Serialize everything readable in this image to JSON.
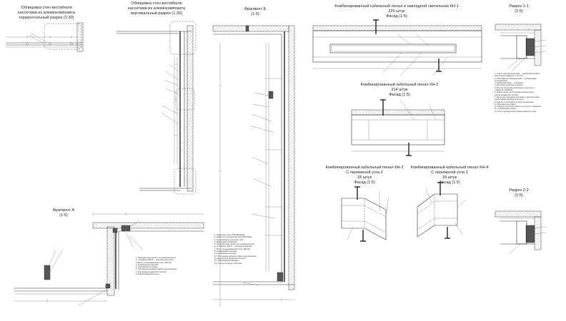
{
  "titles": {
    "horiz_section": [
      "Облицовка стен вестибюля",
      "кассетами из алюмокомпозита",
      "горизонтальный разрез (1:20)"
    ],
    "vert_section": [
      "Облицовка стен вестибюля",
      "кассетами из алюмокомпозита",
      "вертикальный разрез (1:20)"
    ],
    "frag_b": [
      "Фрагмент Б",
      "(1:5)"
    ],
    "kn1": [
      "Комбинированный кабельный пенал и накладной светильник КН-1",
      "220 штук",
      "Фасад (1:5)"
    ],
    "razrez1": [
      "Разрез 1-1",
      "(1:5)"
    ],
    "kn2": [
      "Комбинированный кабельный пенал КН-2",
      "314 штук",
      "Фасад (1:5)"
    ],
    "kn3": [
      "Комбинированный кабельный пенал КН-3",
      "С переменой угла 2",
      "18 штук",
      "Фасад (1:5)"
    ],
    "kn4": [
      "Комбинированный кабельный пенал КН-4",
      "С переменой угла 1",
      "18 штук",
      "Фасад (1:5)"
    ],
    "razrez2": [
      "Разрез 2-2",
      "(1:5)"
    ],
    "frag_a": [
      "Фрагмент А",
      "(1:5)"
    ]
  },
  "notes": {
    "frag_a": [
      "1. Облицовочные кассеты из алюмокомпозита",
      "2. U-профиль 40/2,5 — несущая кронштейн",
      "3. Болты из нержавеющей стали, Ø10 мм",
      "4. Алюминиевые заклепки",
      "5. Алюминиевые салазки",
      "6. Постоянная накладка (тарелочная разделка)",
      "7. Конструкция подвесного потолка",
      "8. Герметизирующая лента"
    ],
    "frag_b": [
      "1. Гранитные плиты 500х500х20мм",
      "2. Цементно-песчаный раствор М150 30мм",
      "3. Гидроизоляция рулонного типа",
      "4. Монолитное основание",
      "5. Облицовочные кассеты из алюмокомпозита",
      "6. U-профиль 40/2,5 — несущая кронштейн",
      "7. Болты из нержавеющей стали, Ø10 мм",
      "8. Алюминиевые заклепки",
      "9. Алюминиевые салазки",
      "10. Постоянная накладка (тарелочная разделка)",
      "11. Конструкция подвесного потолка",
      "12. Облицовочная накладка",
      "13. Плинтус из нерж. стали 1мм"
    ],
    "razrez1": [
      "1. Корпус облицовочный 1мм — накладной профиль",
      "   светильника подвесного потолка",
      "2. Рассеиватель облицовочный — алюминиевая",
      "   стекловолокно",
      "3. Кабельный канал — 20 модуль",
      "4. Крепление кабельного канала",
      "5. Монтаж кронштейн облицовки к стене (болт",
      "   с анкером и шайбой)",
      "6. Кабель-канал для проводов низковольтных",
      "   систем подвесного потолка",
      "7. Болты для крепления монтажных, металлических",
      "   кронштейнов подвесного потолка",
      "8. Кабель из облицовки до ламп светильника",
      "9. Облицовочная планка",
      "10. Монтаж кронштейн ламп к стене (болт с анкером)",
      "11. Собирающая планка",
      "12. Болты для крепления кабель-канала к стене"
    ]
  }
}
